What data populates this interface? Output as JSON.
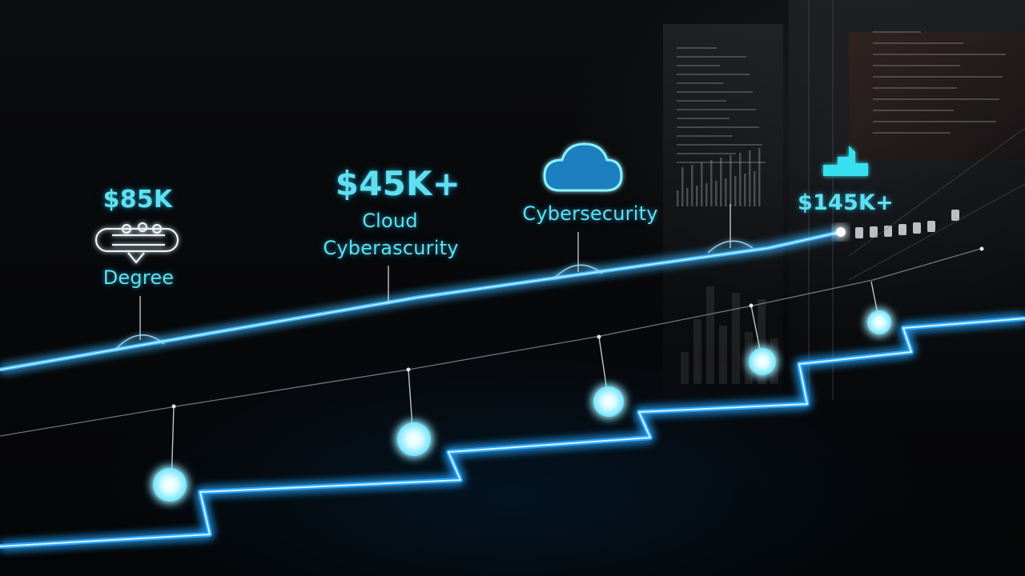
{
  "labels": {
    "stage1_salary": "$85K",
    "stage1_title": "Degree",
    "stage2_salary": "$45K+",
    "stage2_line1": "Cloud",
    "stage2_line2": "Cyberascurity",
    "stage3_title": "Cybersecurity",
    "stage4_salary": "$145K+"
  },
  "icons": {
    "stage1": "scroll-diploma-icon",
    "stage3": "cloud-icon",
    "stage4": "rising-chart-icon"
  },
  "colors": {
    "neon_cyan": "#5fe0f0",
    "glow_blue": "#38b6ff",
    "background": "#07080a"
  }
}
